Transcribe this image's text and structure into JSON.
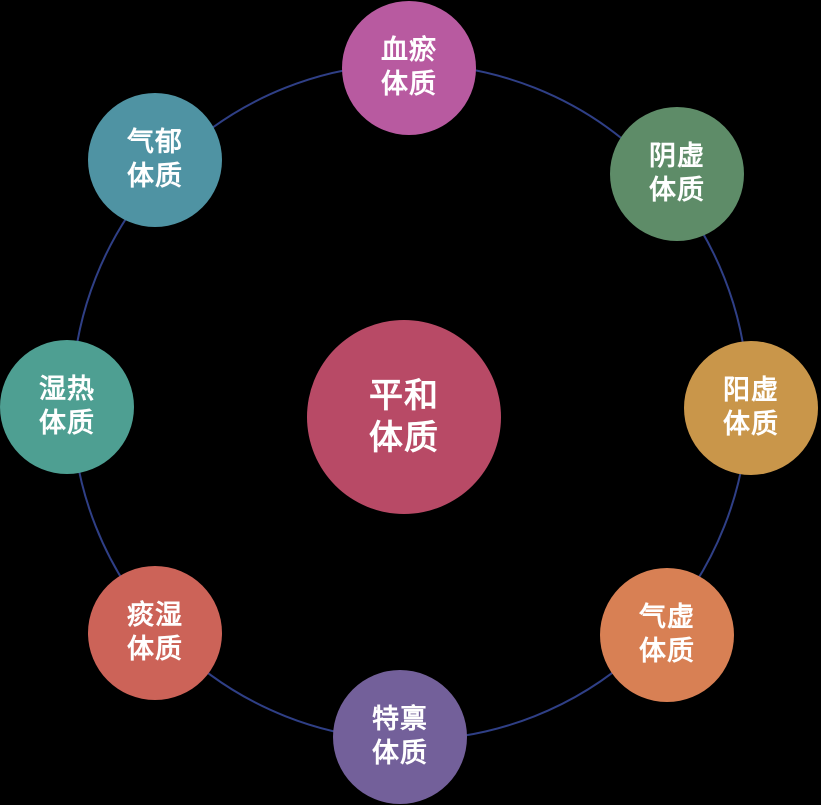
{
  "colors": {
    "background": "#000000",
    "ring": "#2f3f86",
    "text": "#ffffff"
  },
  "center": {
    "line1": "平和",
    "line2": "体质",
    "color": "#b84a66"
  },
  "nodes": [
    {
      "line1": "血瘀",
      "line2": "体质",
      "color": "#b85aa0"
    },
    {
      "line1": "阴虚",
      "line2": "体质",
      "color": "#5e8c68"
    },
    {
      "line1": "阳虚",
      "line2": "体质",
      "color": "#c9964a"
    },
    {
      "line1": "气虚",
      "line2": "体质",
      "color": "#d88054"
    },
    {
      "line1": "特禀",
      "line2": "体质",
      "color": "#73609a"
    },
    {
      "line1": "痰湿",
      "line2": "体质",
      "color": "#cc6358"
    },
    {
      "line1": "湿热",
      "line2": "体质",
      "color": "#4e9f92"
    },
    {
      "line1": "气郁",
      "line2": "体质",
      "color": "#4f93a3"
    }
  ]
}
